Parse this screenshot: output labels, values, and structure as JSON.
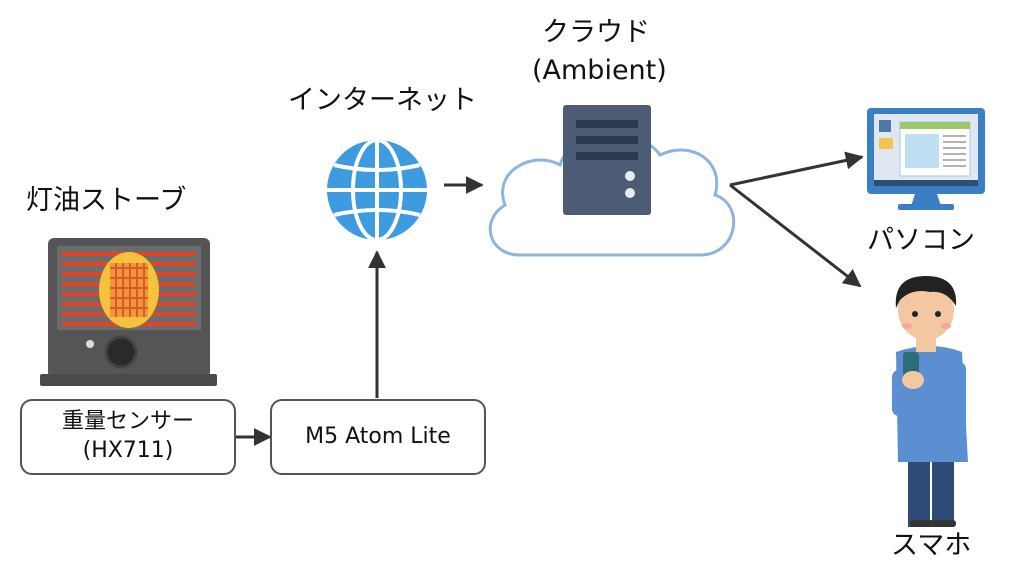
{
  "nodes": {
    "stove": {
      "label": "灯油ストーブ"
    },
    "sensor": {
      "line1": "重量センサー",
      "line2": "(HX711)"
    },
    "device": {
      "label": "M5 Atom Lite"
    },
    "internet": {
      "label": "インターネット"
    },
    "cloud": {
      "line1": "クラウド",
      "line2": "(Ambient)"
    },
    "pc": {
      "label": "パソコン"
    },
    "phone": {
      "label": "スマホ"
    }
  },
  "colors": {
    "arrow": "#333333",
    "globe": "#3e9be0",
    "cloud_stroke": "#8cb4dd",
    "server": "#4c5c74",
    "stove_body": "#555555",
    "heater_red": "#e2442a",
    "monitor_frame": "#3a7fc1",
    "person_shirt": "#5b8fd1"
  },
  "icons": [
    "stove-icon",
    "globe-icon",
    "cloud-icon",
    "server-icon",
    "monitor-icon",
    "person-icon"
  ]
}
